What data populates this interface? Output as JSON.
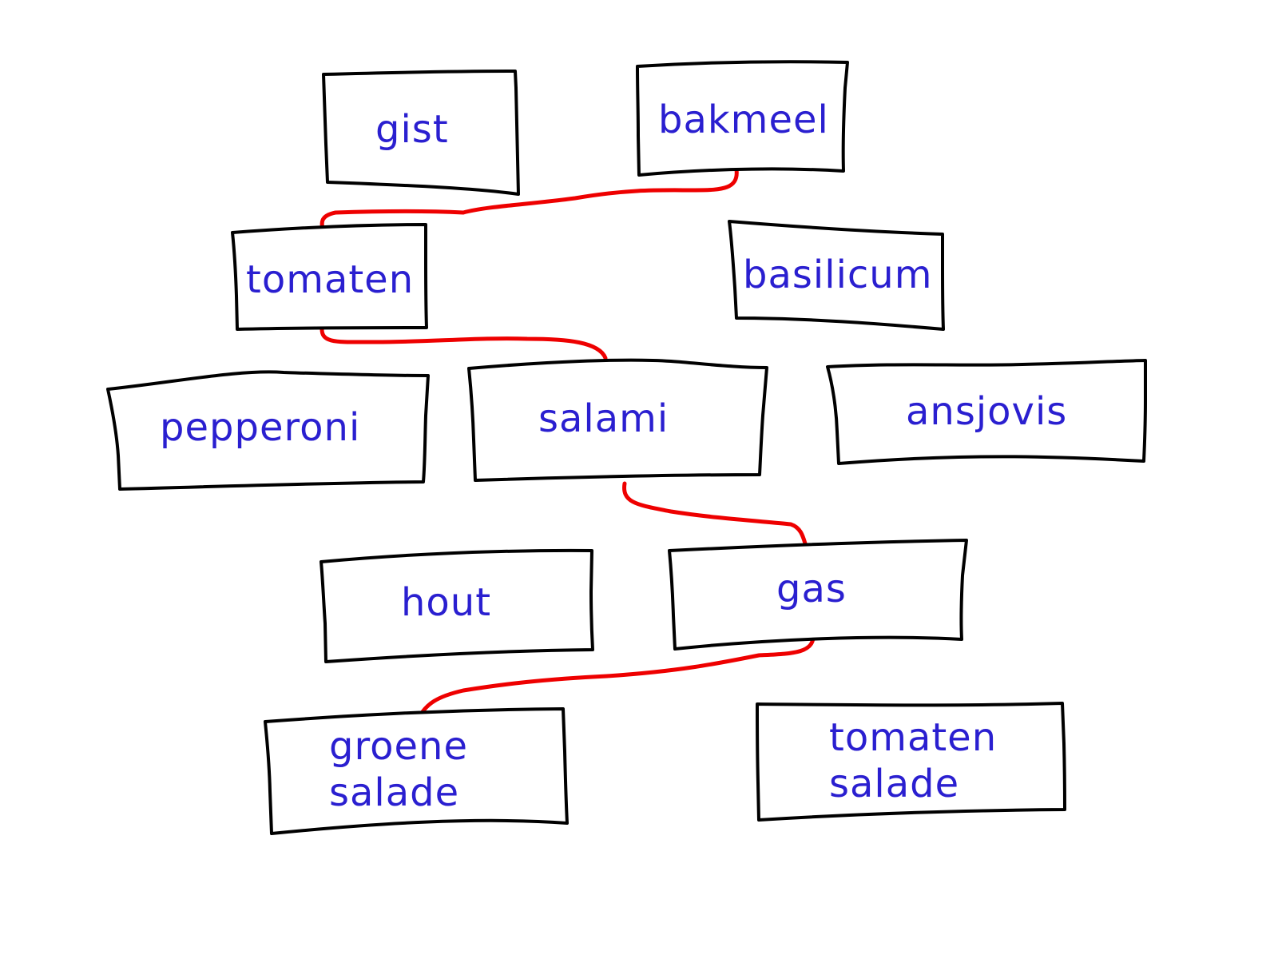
{
  "colors": {
    "label": "#2a1fd0",
    "box_stroke": "#000000",
    "connector": "#ee0000",
    "background": "#ffffff"
  },
  "nodes": {
    "gist": "gist",
    "bakmeel": "bakmeel",
    "tomaten": "tomaten",
    "basilicum": "basilicum",
    "pepperoni": "pepperoni",
    "salami": "salami",
    "ansjovis": "ansjovis",
    "hout": "hout",
    "gas": "gas",
    "groene_salade": {
      "line1": "groene",
      "line2": "salade"
    },
    "tomaten_salade": {
      "line1": "tomaten",
      "line2": "salade"
    }
  },
  "connections": [
    {
      "from": "bakmeel",
      "to": "tomaten"
    },
    {
      "from": "tomaten",
      "to": "salami"
    },
    {
      "from": "salami",
      "to": "gas"
    },
    {
      "from": "gas",
      "to": "groene_salade"
    }
  ]
}
